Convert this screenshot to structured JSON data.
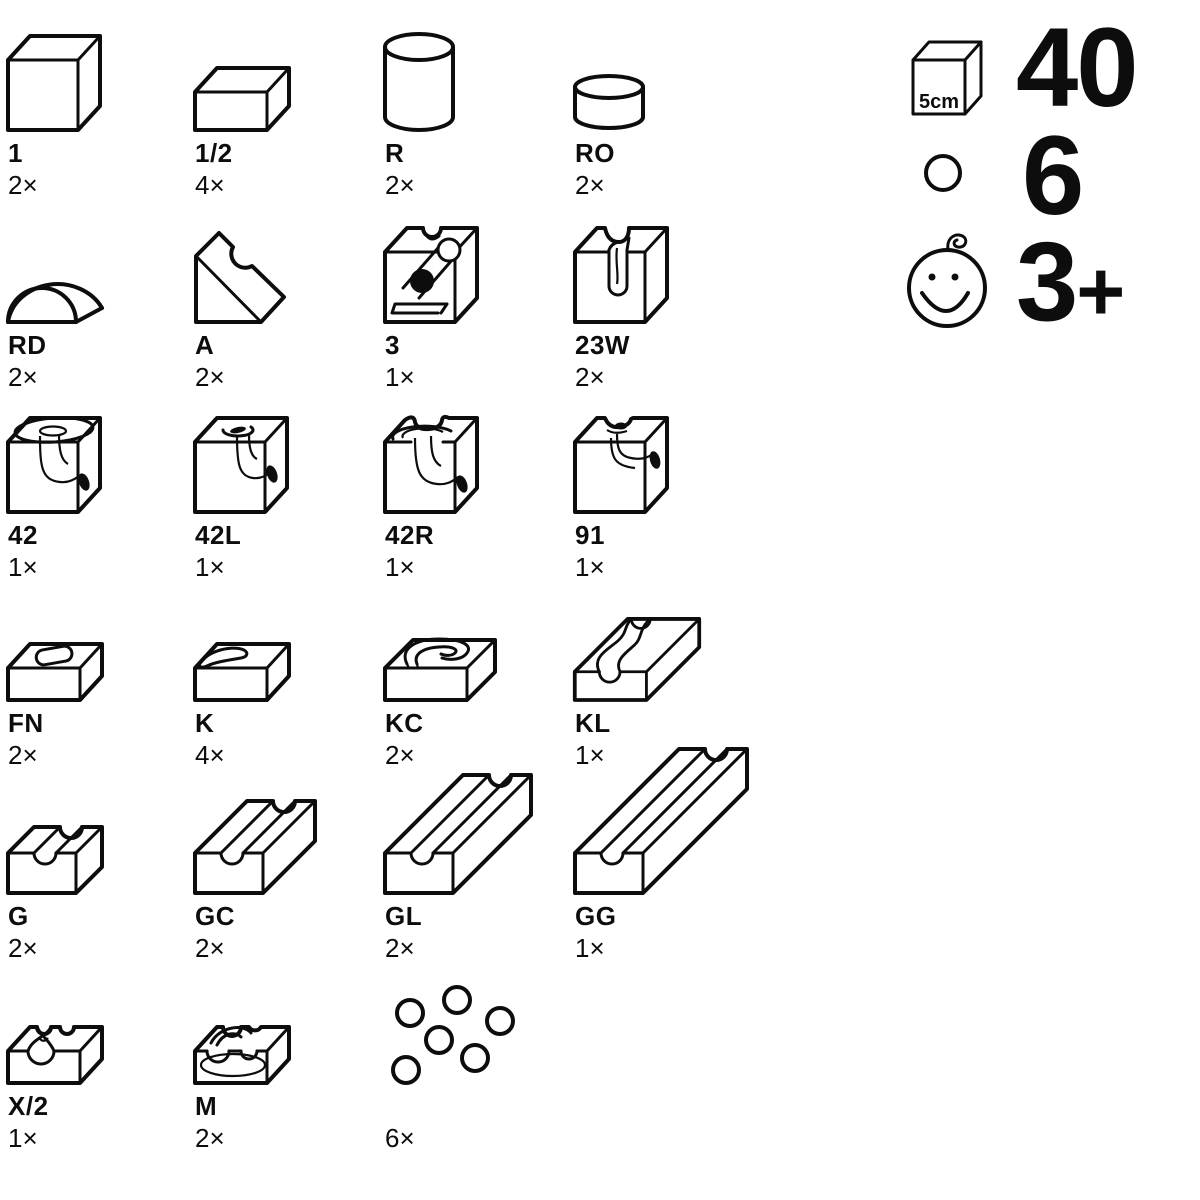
{
  "colors": {
    "ink": "#0d0d0d",
    "background": "#ffffff"
  },
  "parts": [
    {
      "id": "1",
      "qty": "2×"
    },
    {
      "id": "1/2",
      "qty": "4×"
    },
    {
      "id": "R",
      "qty": "2×"
    },
    {
      "id": "RO",
      "qty": "2×"
    },
    {
      "id": "RD",
      "qty": "2×"
    },
    {
      "id": "A",
      "qty": "2×"
    },
    {
      "id": "3",
      "qty": "1×"
    },
    {
      "id": "23W",
      "qty": "2×"
    },
    {
      "id": "42",
      "qty": "1×"
    },
    {
      "id": "42L",
      "qty": "1×"
    },
    {
      "id": "42R",
      "qty": "1×"
    },
    {
      "id": "91",
      "qty": "1×"
    },
    {
      "id": "FN",
      "qty": "2×"
    },
    {
      "id": "K",
      "qty": "4×"
    },
    {
      "id": "KC",
      "qty": "2×"
    },
    {
      "id": "KL",
      "qty": "1×"
    },
    {
      "id": "G",
      "qty": "2×"
    },
    {
      "id": "GC",
      "qty": "2×"
    },
    {
      "id": "GL",
      "qty": "2×"
    },
    {
      "id": "GG",
      "qty": "1×"
    },
    {
      "id": "X/2",
      "qty": "1×"
    },
    {
      "id": "M",
      "qty": "2×"
    }
  ],
  "marbles": {
    "id": "",
    "qty": "6×"
  },
  "summary": {
    "cube_size": "5cm",
    "cube_count": "40",
    "marble_count": "6",
    "age": "3",
    "age_plus": "+"
  }
}
